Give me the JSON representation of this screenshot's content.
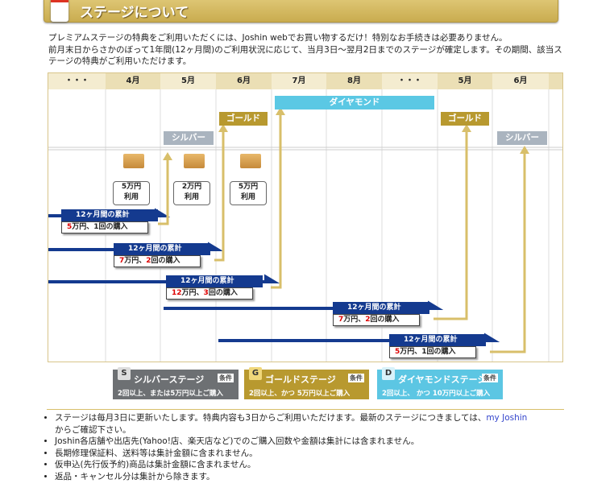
{
  "header": {
    "title": "ステージについて"
  },
  "intro": [
    "プレミアムステージの特典をご利用いただくには、Joshin webでお買い物するだけ！特別なお手続きは必要ありません。",
    "前月末日からさかのぼって1年間(12ヶ月間)のご利用状況に応じて、当月3日～翌月2日までのステージが確定します。その期間、該当ステージの特典がご利用いただけます。"
  ],
  "months": [
    "・・・",
    "4月",
    "5月",
    "6月",
    "7月",
    "8月",
    "・・・",
    "5月",
    "6月"
  ],
  "stages": {
    "diamond": "ダイヤモンド",
    "gold": "ゴールド",
    "silver": "シルバー"
  },
  "usage": [
    {
      "l1": "5万円",
      "l2": "利用"
    },
    {
      "l1": "2万円",
      "l2": "利用"
    },
    {
      "l1": "5万円",
      "l2": "利用"
    }
  ],
  "cumulative_title": "12ヶ月間の累計",
  "rows": [
    {
      "amt": "5",
      "unit": "万円、",
      "cnt": "1",
      "rest": "回の購入"
    },
    {
      "amt": "7",
      "unit": "万円、",
      "cnt": "2",
      "rest": "回の購入"
    },
    {
      "amt": "12",
      "unit": "万円、",
      "cnt": "3",
      "rest": "回の購入"
    },
    {
      "amt": "7",
      "unit": "万円、",
      "cnt": "2",
      "rest": "回の購入"
    },
    {
      "amt": "5",
      "unit": "万円、",
      "cnt": "1",
      "rest": "回の購入"
    }
  ],
  "legend": [
    {
      "letter": "S",
      "name": "シルバーステージ",
      "tag": "条件",
      "desc": "2回以上、または5万円以上ご購入",
      "color": "#6d7073"
    },
    {
      "letter": "G",
      "name": "ゴールドステージ",
      "tag": "条件",
      "desc": "2回以上、かつ 5万円以上ご購入",
      "color": "#b8992f"
    },
    {
      "letter": "D",
      "name": "ダイヤモンドステージ",
      "tag": "条件",
      "desc": "2回以上、 かつ 10万円以上ご購入",
      "color": "#5cc6e3"
    }
  ],
  "notes": {
    "n1a": "ステージは毎月3日に更新いたします。特典内容も3日からご利用いただけます。最新のステージにつきましては、",
    "n1link": "my Joshin",
    "n1b": "からご確認下さい。",
    "n2": "Joshin各店舗や出店先(Yahoo!店、楽天店など)でのご購入回数や金額は集計には含まれません。",
    "n3": "長期修理保証料、送料等は集計金額に含まれません。",
    "n4": "仮申込(先行仮予約)商品は集計金額に含まれません。",
    "n5": "返品・キャンセル分は集計から除きます。"
  }
}
